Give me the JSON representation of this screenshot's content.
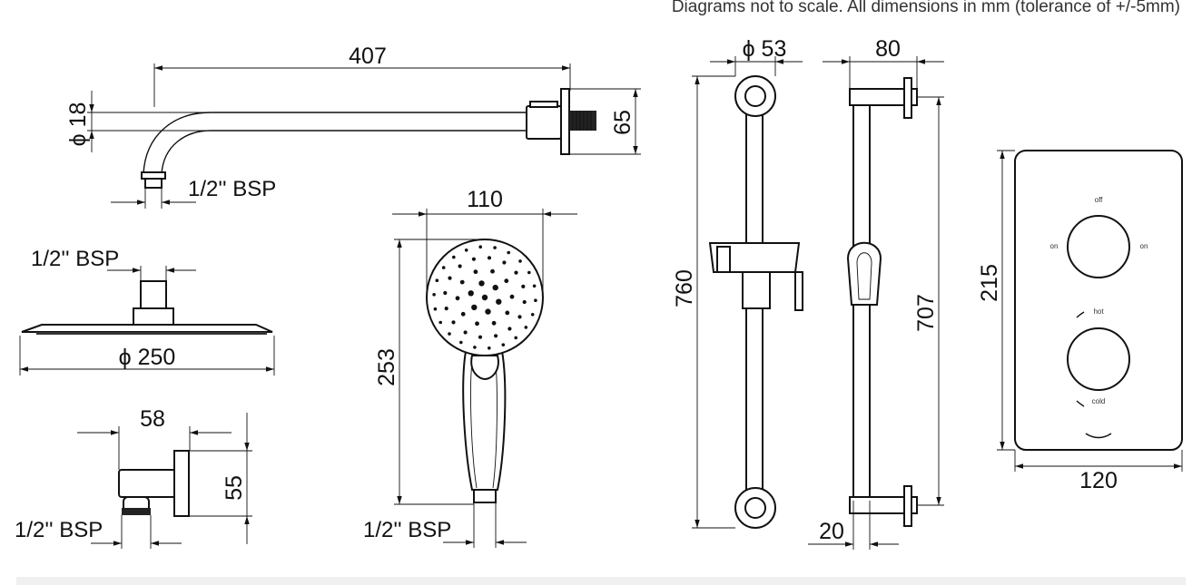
{
  "note": "Diagrams not to scale. All dimensions in mm (tolerance of +/-5mm)",
  "arm": {
    "length": "407",
    "diameter": "ϕ 18",
    "height": "65",
    "thread": "1/2'' BSP"
  },
  "head": {
    "thread": "1/2'' BSP",
    "diameter": "ϕ 250"
  },
  "elbow": {
    "width": "58",
    "height": "55",
    "thread": "1/2'' BSP"
  },
  "handset": {
    "width": "110",
    "length": "253",
    "thread": "1/2'' BSP"
  },
  "rail": {
    "diameter": "ϕ 53",
    "length": "760",
    "depth": "80",
    "inner": "707",
    "offset": "20"
  },
  "valve": {
    "height": "215",
    "width": "120",
    "off": "off",
    "on_left": "on",
    "on_right": "on",
    "hot": "hot",
    "cold": "cold"
  }
}
